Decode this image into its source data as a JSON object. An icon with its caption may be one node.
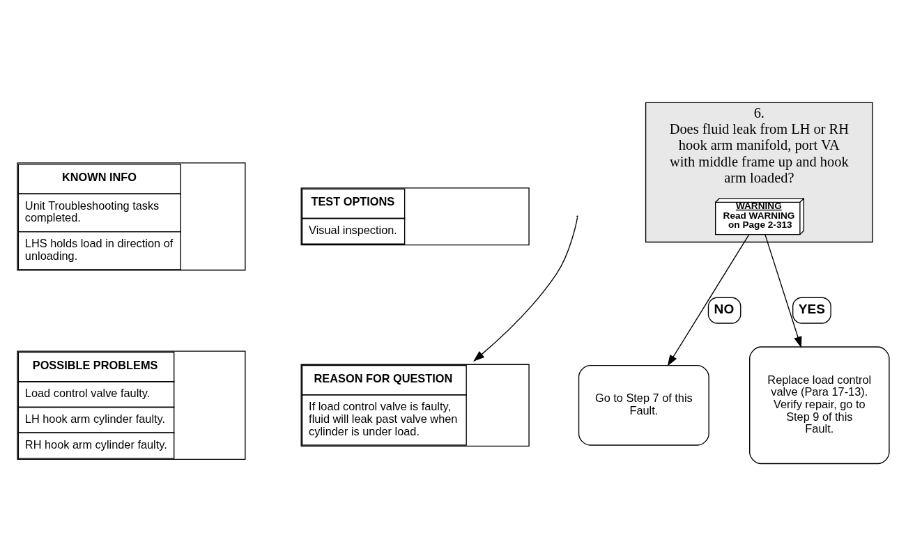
{
  "diagram": {
    "nodes": [
      {
        "text": [
          "KNOWN INFO",
          "Unit Troubleshooting tasks completed.",
          "LHS holds load in direction of unloading."
        ]
      },
      {
        "text": [
          "POSSIBLE PROBLEMS",
          "Load control valve faulty.",
          "LH hook arm cylinder faulty.",
          "RH hook arm cylinder faulty."
        ]
      },
      {
        "text": [
          "TEST OPTIONS",
          "Visual inspection."
        ]
      },
      {
        "text": [
          "REASON FOR QUESTION",
          "If load control valve is faulty, fluid will leak past valve when cylinder is under load."
        ]
      },
      {
        "text": [
          "6.",
          "Does fluid leak from LH or RH hook arm manifold, port VA with middle frame up and hook arm loaded?"
        ]
      },
      {
        "text": [
          "WARNING",
          "Read WARNING on Page 2-313"
        ],
        "in": 4
      },
      {
        "text": [
          "Go to Step 7 of this Fault."
        ]
      },
      {
        "text": [
          "Replace load control valve (Para 17-13). Verify repair, go to Step 9 of this Fault."
        ]
      }
    ],
    "edges": [
      {
        "from": 5,
        "to": 6,
        "arrow": "to",
        "label": "NO"
      },
      {
        "from": 5,
        "to": 7,
        "arrow": "to",
        "label": "YES"
      },
      {
        "from": null,
        "to": 3,
        "arrow": "to"
      }
    ]
  }
}
